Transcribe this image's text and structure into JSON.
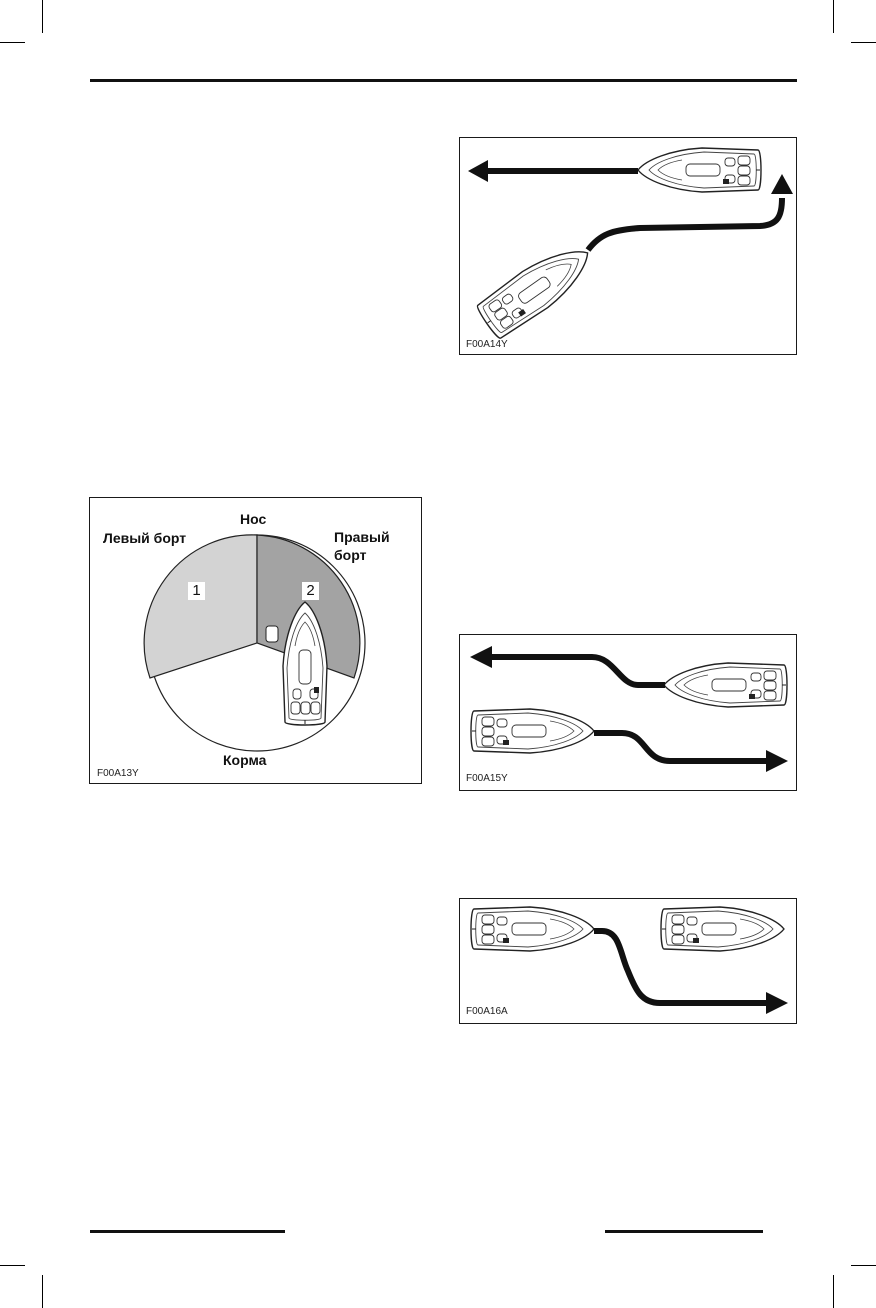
{
  "figures": {
    "blind_spots": {
      "code": "F00A13Y",
      "labels": {
        "bow": "Нос",
        "port": "Левый борт",
        "starboard_line1": "Правый",
        "starboard_line2": "борт",
        "stern": "Корма",
        "zone1": "1",
        "zone2": "2"
      },
      "colors": {
        "zone1": "#d3d3d3",
        "zone2": "#a3a3a3"
      }
    },
    "crossing": {
      "code": "F00A14Y"
    },
    "meeting": {
      "code": "F00A15Y"
    },
    "overtaking": {
      "code": "F00A16A"
    }
  },
  "icons": [
    "boat-top-view",
    "path-arrow"
  ]
}
